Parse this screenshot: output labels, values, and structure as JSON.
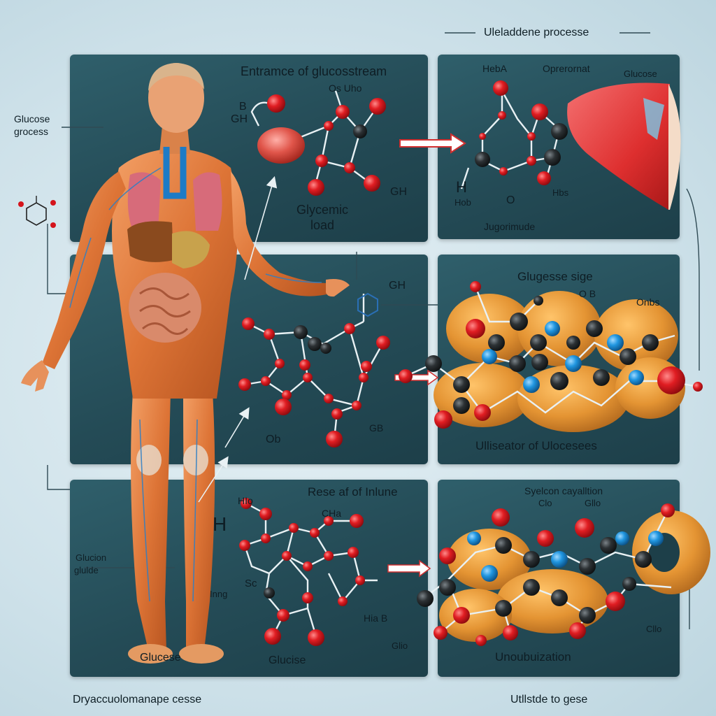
{
  "header": {
    "title": "Uleladdene processe"
  },
  "side_labels": {
    "top_left_line1": "Glucose",
    "top_left_line2": "grocess",
    "mid_left_line1": "Glucion",
    "mid_left_line2": "glulde",
    "bottom_left": "Dryaccuolomanape cesse",
    "bottom_right": "Utllstde to gese"
  },
  "panel_top_left": {
    "title": "Entramce of glucosstream",
    "label_b": "B",
    "label_gh1": "GH",
    "label_os": "Os Uho",
    "label_gh2": "GH",
    "caption_line1": "Glycemic",
    "caption_line2": "load"
  },
  "panel_top_right": {
    "label_heba": "HebA",
    "label_oprer": "Oprerornat",
    "label_glucose": "Glucose",
    "label_h": "H",
    "label_hob": "Hob",
    "label_o": "O",
    "label_hbs": "Hbs",
    "caption": "Jugorimude"
  },
  "panel_mid_left": {
    "label_gh": "GH",
    "label_gb": "GB",
    "label_ob": "Ob"
  },
  "panel_mid_right": {
    "title": "Glugesse sige",
    "label_ob": "O B",
    "label_onbs": "Onbs",
    "caption": "Ulliseator of Ulocesees"
  },
  "panel_bottom_left": {
    "title": "Rese af of Inlune",
    "label_hio": "HIo",
    "label_h": "H",
    "label_cha": "CHa",
    "label_inng": "Inng",
    "label_sc": "Sc",
    "label_hab": "Hia B",
    "label_gio": "Glio",
    "caption_left": "Glucese",
    "caption_right": "Glucise"
  },
  "panel_bottom_right": {
    "title": "Syelcon cayalltion",
    "label_ch": "Clo",
    "label_gib": "Gllo",
    "label_ch2": "Cllo",
    "caption": "Unoubuization"
  },
  "colors": {
    "panel": "#27505b",
    "atom_red": "#d4141c",
    "atom_black": "#262a2d",
    "atom_blue": "#1f8fd6",
    "muscle": "#e07a3c",
    "fat_blob": "#e0952e",
    "arrow_red": "#d23030"
  }
}
